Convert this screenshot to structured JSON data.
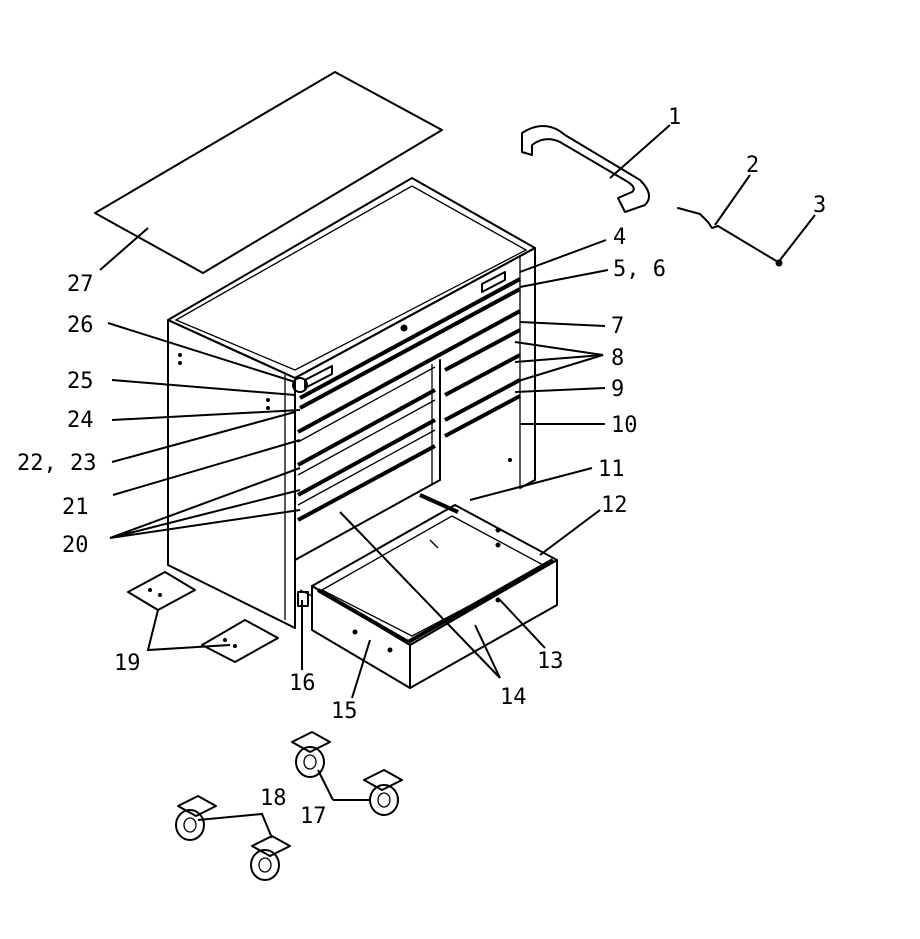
{
  "callouts": [
    {
      "id": "c1",
      "text": "1"
    },
    {
      "id": "c2",
      "text": "2"
    },
    {
      "id": "c3",
      "text": "3"
    },
    {
      "id": "c4",
      "text": "4"
    },
    {
      "id": "c5",
      "text": "5, 6"
    },
    {
      "id": "c7",
      "text": "7"
    },
    {
      "id": "c8",
      "text": "8"
    },
    {
      "id": "c9",
      "text": "9"
    },
    {
      "id": "c10",
      "text": "10"
    },
    {
      "id": "c11",
      "text": "11"
    },
    {
      "id": "c12",
      "text": "12"
    },
    {
      "id": "c13",
      "text": "13"
    },
    {
      "id": "c14",
      "text": "14"
    },
    {
      "id": "c15",
      "text": "15"
    },
    {
      "id": "c16",
      "text": "16"
    },
    {
      "id": "c17",
      "text": "17"
    },
    {
      "id": "c18",
      "text": "18"
    },
    {
      "id": "c19",
      "text": "19"
    },
    {
      "id": "c20",
      "text": "20"
    },
    {
      "id": "c21",
      "text": "21"
    },
    {
      "id": "c22",
      "text": "22, 23"
    },
    {
      "id": "c24",
      "text": "24"
    },
    {
      "id": "c25",
      "text": "25"
    },
    {
      "id": "c26",
      "text": "26"
    },
    {
      "id": "c27",
      "text": "27"
    }
  ]
}
